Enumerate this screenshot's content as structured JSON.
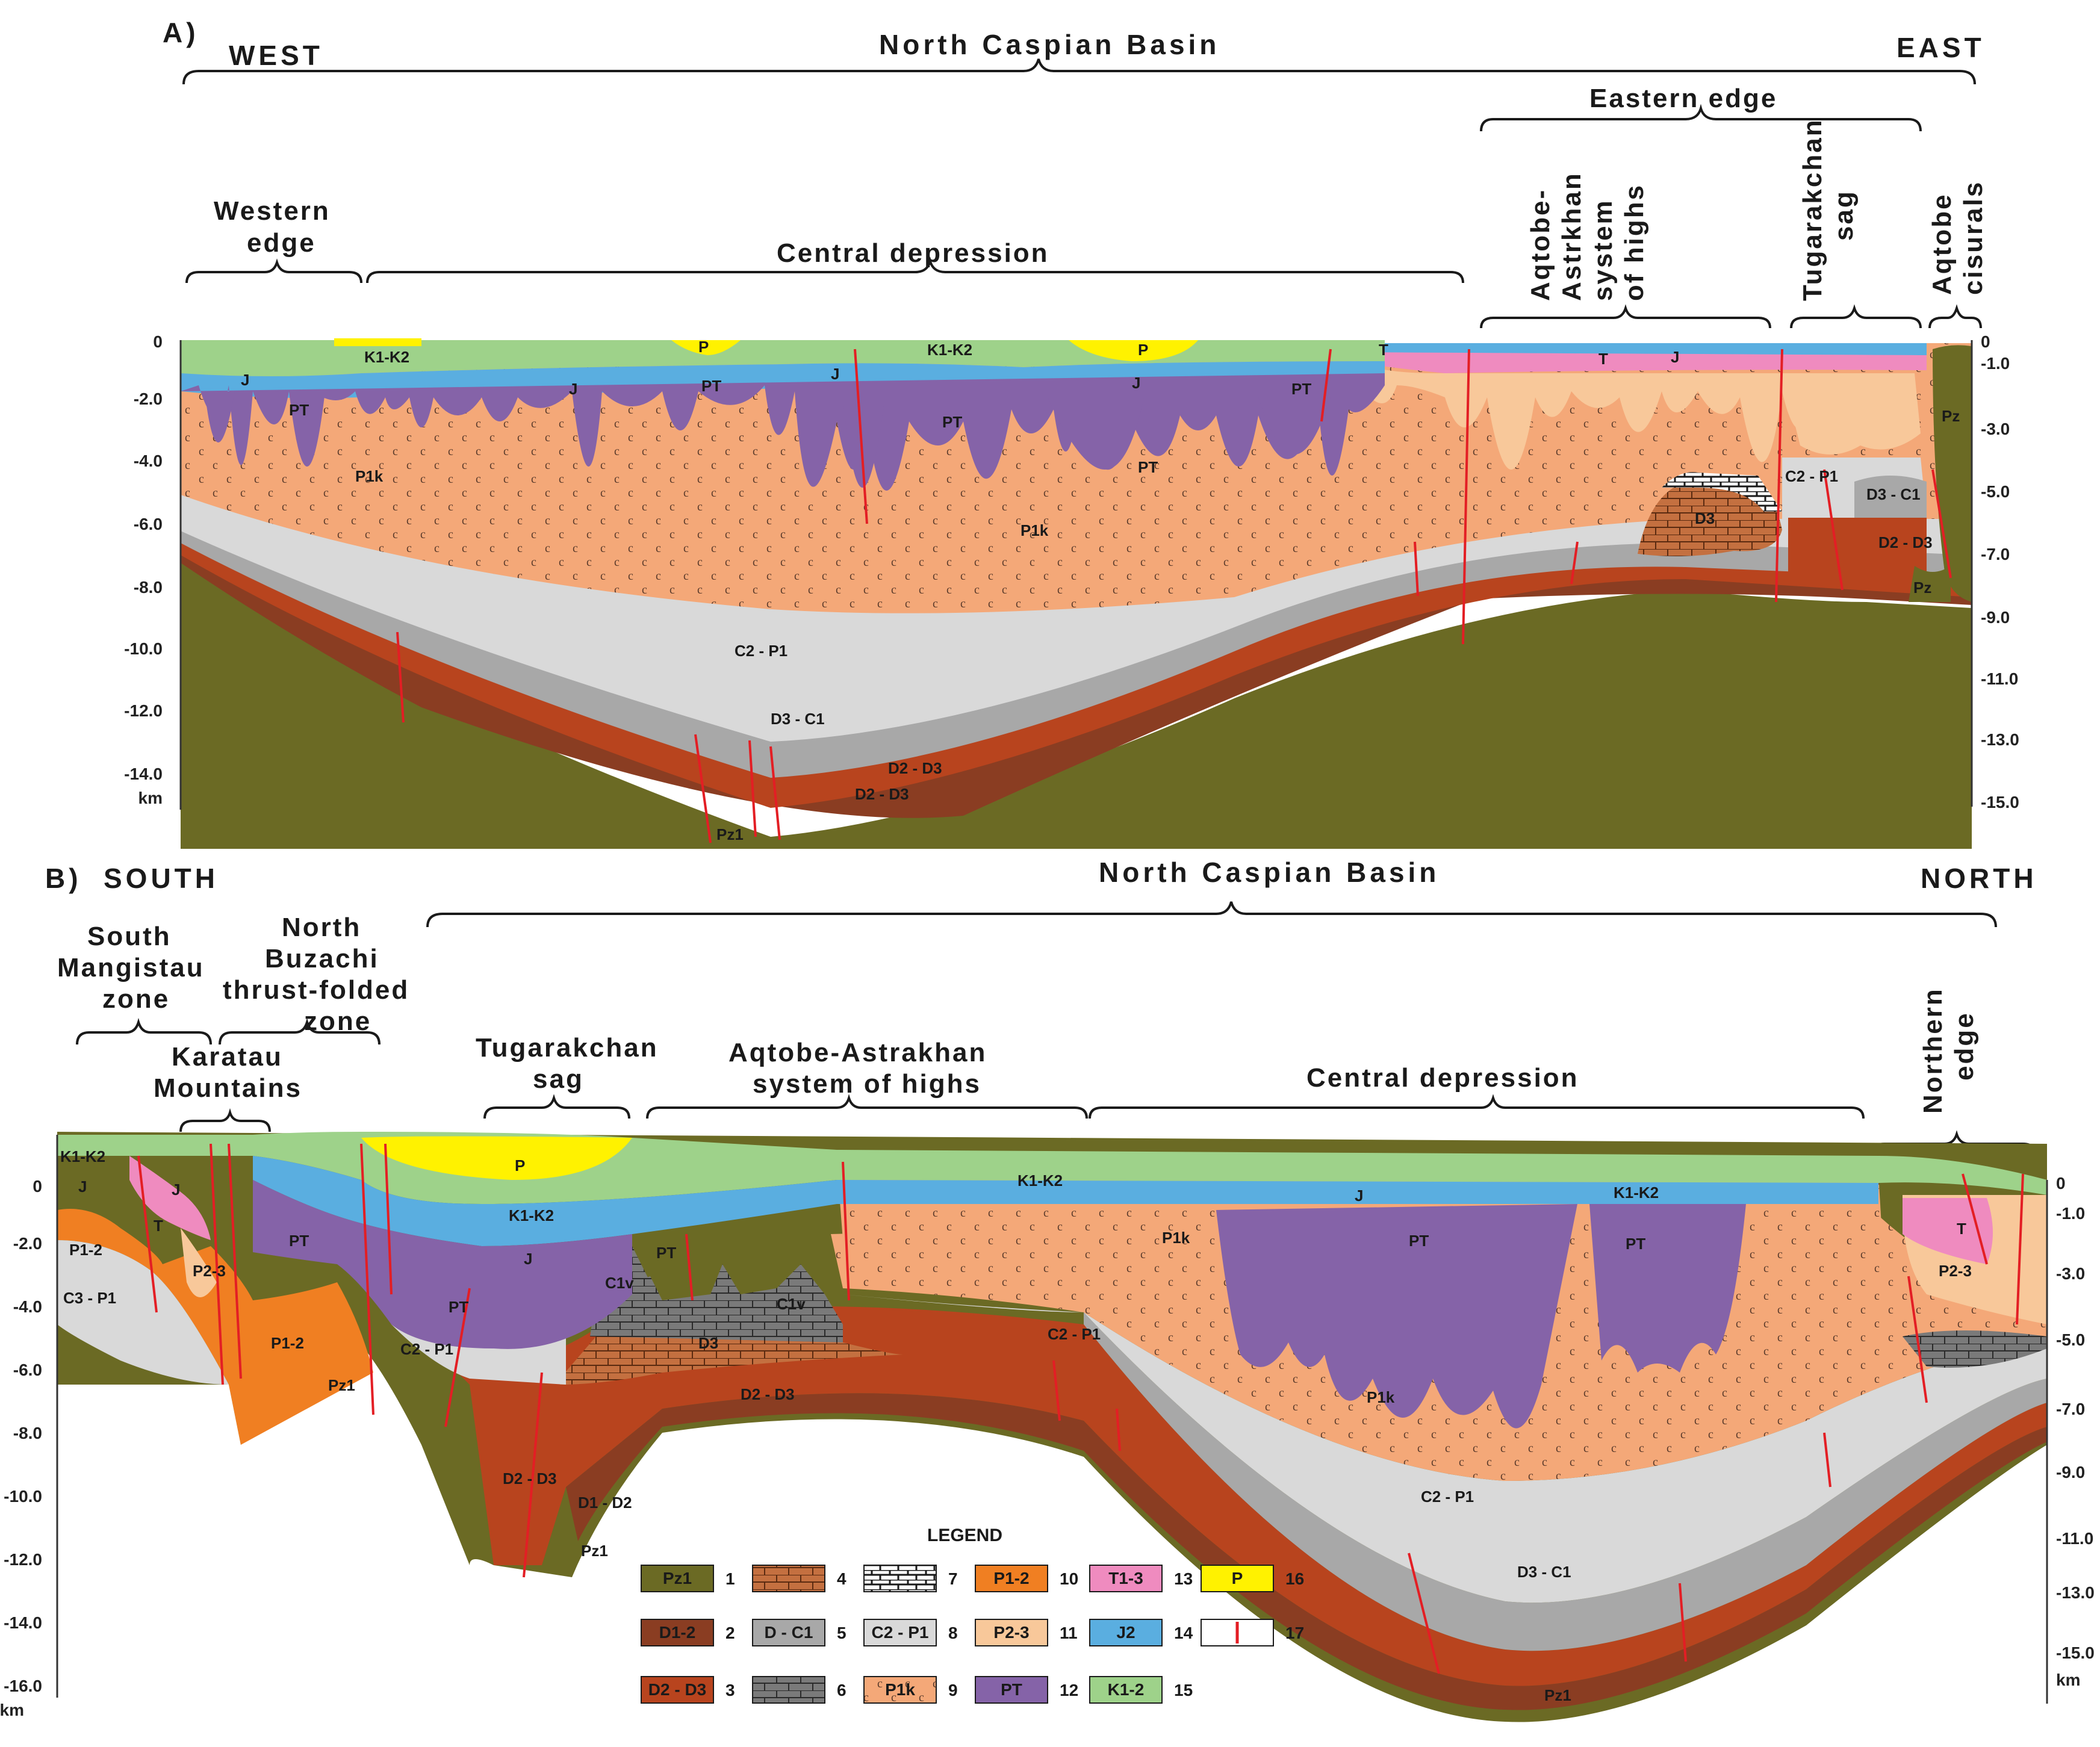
{
  "sectionA": {
    "panel_label": "A)",
    "left_dir": "WEST",
    "right_dir": "EAST",
    "basin": "North Caspian Basin",
    "regions": {
      "western_edge_1": "Western",
      "western_edge_2": "edge",
      "central": "Central depression",
      "eastern_edge": "Eastern edge",
      "aqtobe_1": "Aqtobe-",
      "aqtobe_2": "Astrkhan",
      "aqtobe_3": "system",
      "aqtobe_4": "of highs",
      "tugar_1": "Tugarakchan",
      "tugar_2": "sag",
      "cisural_1": "Aqtobe",
      "cisural_2": "cisurals"
    },
    "left_ticks": [
      "0",
      "-2.0",
      "-4.0",
      "-6.0",
      "-8.0",
      "-10.0",
      "-12.0",
      "-14.0"
    ],
    "left_unit": "km",
    "right_ticks": [
      "0",
      "-1.0",
      "-3.0",
      "-5.0",
      "-7.0",
      "-9.0",
      "-11.0",
      "-13.0",
      "-15.0"
    ],
    "formations": {
      "kk": "K1-K2",
      "j": "J",
      "pt": "PT",
      "pk": "P1k",
      "p": "P",
      "t": "T",
      "c2p1": "C2 - P1",
      "d3c1": "D3 - C1",
      "d2d3": "D2 - D3",
      "pz": "Pz1",
      "d3": "D3",
      "pz2": "Pz"
    }
  },
  "sectionB": {
    "panel_label": "B)",
    "left_dir": "SOUTH",
    "right_dir": "NORTH",
    "basin": "North Caspian Basin",
    "regions": {
      "sm_1": "South",
      "sm_2": "Mangistau",
      "sm_3": "zone",
      "nb_1": "North",
      "nb_2": "Buzachi",
      "nb_3": "thrust-folded",
      "nb_4": "zone",
      "kar_1": "Karatau",
      "kar_2": "Mountains",
      "tug_1": "Tugarakchan",
      "tug_2": "sag",
      "aq_1": "Aqtobe-Astrakhan",
      "aq_2": "system of highs",
      "central": "Central depression",
      "north_1": "Northern",
      "north_2": "edge"
    },
    "left_ticks": [
      "0",
      "-2.0",
      "-4.0",
      "-6.0",
      "-8.0",
      "-10.0",
      "-12.0",
      "-14.0",
      "-16.0"
    ],
    "left_unit": "km",
    "right_ticks": [
      "0",
      "-1.0",
      "-3.0",
      "-5.0",
      "-7.0",
      "-9.0",
      "-11.0",
      "-13.0",
      "-15.0"
    ],
    "right_unit": "km",
    "formations": {
      "kk": "K1-K2",
      "j": "J",
      "t": "T",
      "p12": "P1-2",
      "p23": "P2-3",
      "c3p1": "C3 - P1",
      "pt": "PT",
      "p": "P",
      "c2p1": "C2 - P1",
      "pz": "Pz1",
      "d2d3": "D2 - D3",
      "d1d2": "D1 - D2",
      "pk": "P1k",
      "d3c1": "D3 - C1",
      "d3": "D3",
      "cv": "C1v"
    }
  },
  "legend": {
    "title": "LEGEND",
    "items": [
      {
        "n": "1",
        "label": "Pz1",
        "color": "#6b6a24"
      },
      {
        "n": "2",
        "label": "D1-2",
        "color": "#8a3d22"
      },
      {
        "n": "3",
        "label": "D2 - D3",
        "color": "#b8441e"
      },
      {
        "n": "4",
        "label": "",
        "color": "#c47040"
      },
      {
        "n": "5",
        "label": "D - C1",
        "color": "#a8a8a8"
      },
      {
        "n": "6",
        "label": "",
        "color": "#6e6e6e"
      },
      {
        "n": "7",
        "label": "",
        "color": "#ffffff"
      },
      {
        "n": "8",
        "label": "C2 - P1",
        "color": "#d9d9d9"
      },
      {
        "n": "9",
        "label": "P1k",
        "color": "#f4a878"
      },
      {
        "n": "10",
        "label": "P1-2",
        "color": "#f07f22"
      },
      {
        "n": "11",
        "label": "P2-3",
        "color": "#f8c89a"
      },
      {
        "n": "12",
        "label": "PT",
        "color": "#8563a8"
      },
      {
        "n": "13",
        "label": "T1-3",
        "color": "#ef8bbf"
      },
      {
        "n": "14",
        "label": "J2",
        "color": "#5aaee0"
      },
      {
        "n": "15",
        "label": "K1-2",
        "color": "#9ed28a"
      },
      {
        "n": "16",
        "label": "P",
        "color": "#fff200"
      },
      {
        "n": "17",
        "label": "",
        "color": "#e31e24"
      }
    ]
  }
}
